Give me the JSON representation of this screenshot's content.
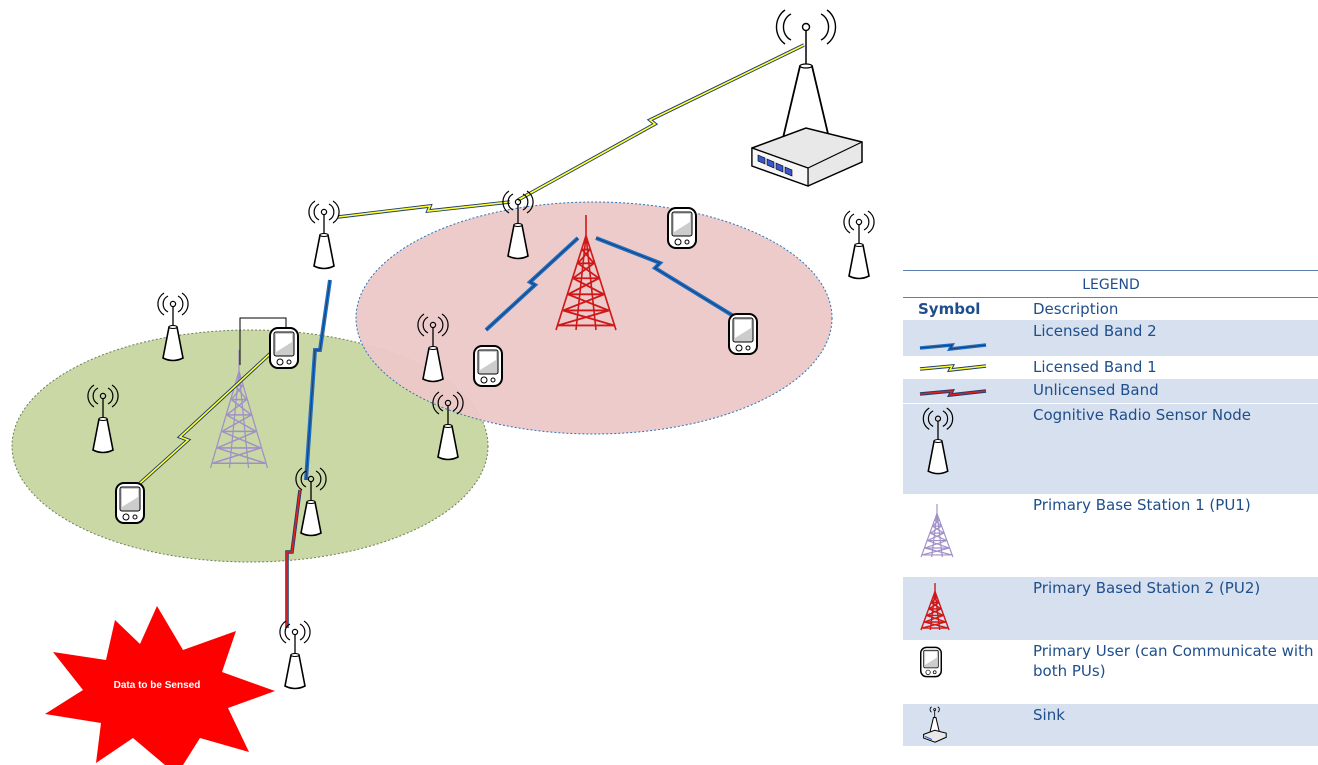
{
  "star_label": "Data to be Sensed",
  "legend": {
    "title": "LEGEND",
    "header_symbol": "Symbol",
    "header_description": "Description",
    "items": [
      {
        "description": "Licensed Band 2",
        "icon": "licensed-band-2-bolt"
      },
      {
        "description": "Licensed Band 1",
        "icon": "licensed-band-1-bolt"
      },
      {
        "description": "Unlicensed Band",
        "icon": "unlicensed-band-bolt"
      },
      {
        "description": "Cognitive Radio Sensor Node",
        "icon": "sensor-node"
      },
      {
        "description": "Primary Base Station 1 (PU1)",
        "icon": "purple-tower"
      },
      {
        "description": "Primary Based Station 2 (PU2)",
        "icon": "red-tower"
      },
      {
        "description": "Primary User (can Communicate with both PUs)",
        "icon": "pda"
      },
      {
        "description": "Sink",
        "icon": "sink"
      }
    ]
  },
  "colors": {
    "licensed_band_2": "#1f6fc5",
    "licensed_band_1": "#ffff33",
    "unlicensed_band": "#e02020",
    "pu1_tower": "#a090c8",
    "pu2_tower": "#d01818",
    "green_zone": "#cad8a6",
    "pink_zone": "#ecc8c8",
    "star": "#ff0000"
  }
}
